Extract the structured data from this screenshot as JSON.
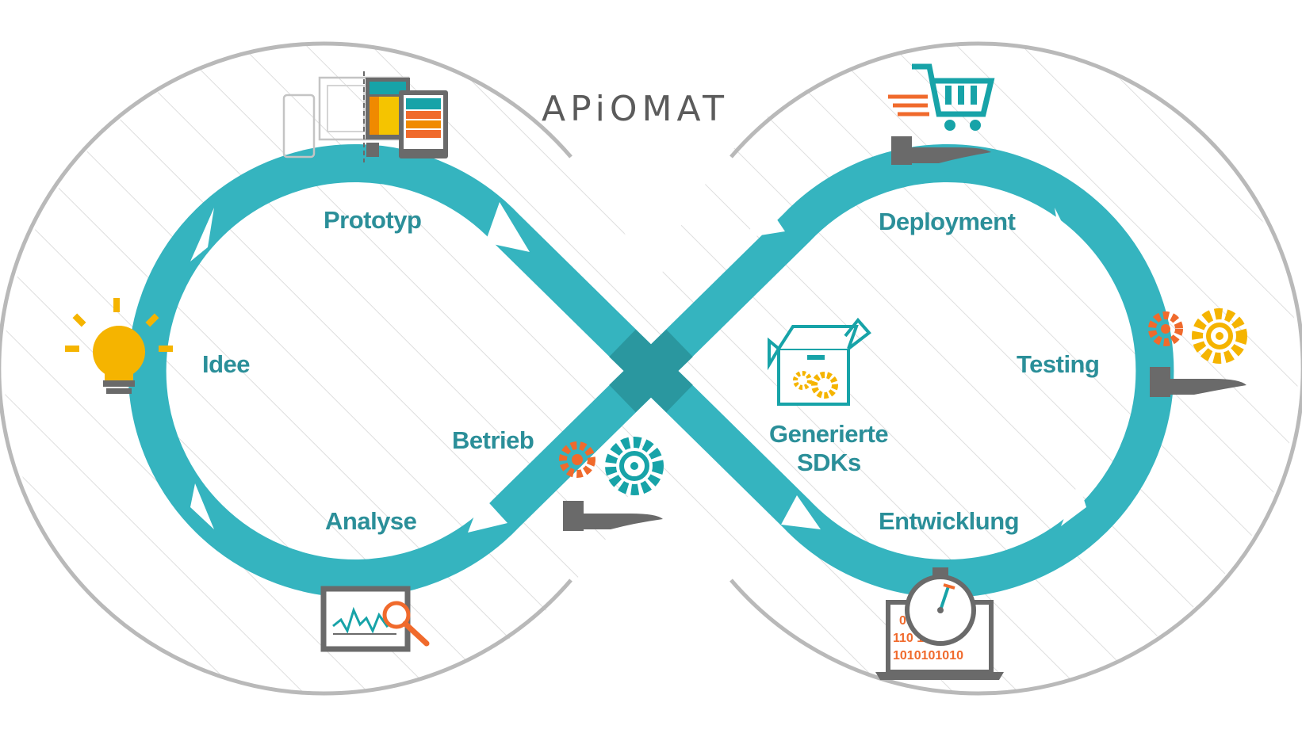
{
  "logo": {
    "text": "APiOMAT"
  },
  "stages": {
    "prototyp": "Prototyp",
    "idee": "Idee",
    "betrieb": "Betrieb",
    "analyse": "Analyse",
    "deployment": "Deployment",
    "testing": "Testing",
    "entwicklung": "Entwicklung",
    "generierte_line1": "Generierte",
    "generierte_line2": "SDKs"
  },
  "laptop_code": {
    "line1": "0       10",
    "line2": "110      100",
    "line3": "1010101010"
  },
  "colors": {
    "loop": "#35b4bf",
    "loop_dark": "#2a8e98",
    "label": "#2b8f99",
    "outline": "#b8b8b8",
    "hatch": "#dcdcdc",
    "icon_gray": "#6a6a6a",
    "accent_orange": "#f06a2c",
    "accent_yellow": "#f5b400"
  },
  "icons": {
    "idee": "lightbulb-icon",
    "prototyp": "devices-wireframe-icon",
    "betrieb": "gears-on-hand-icon",
    "analyse": "chart-magnifier-icon",
    "deployment": "shopping-cart-on-hand-icon",
    "testing": "gears-on-hand-icon",
    "entwicklung": "laptop-stopwatch-icon",
    "generierte_sdks": "box-with-gears-icon"
  }
}
